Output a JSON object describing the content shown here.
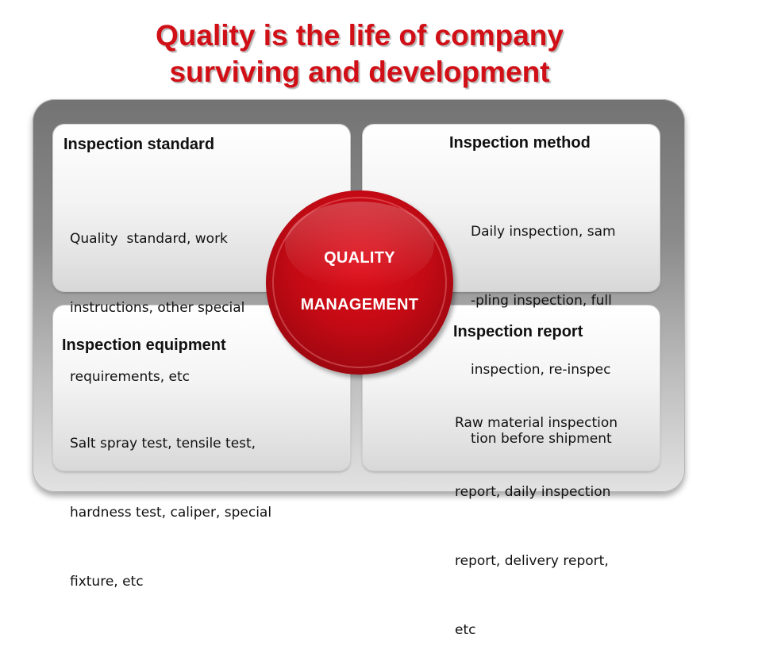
{
  "title": {
    "line1": "Quality is the life of company",
    "line2": "surviving and development"
  },
  "center": {
    "line1": "QUALITY",
    "line2": "MANAGEMENT"
  },
  "panels": {
    "standard": {
      "heading": "Inspection standard",
      "lines": [
        "Quality  standard, work",
        "instructions, other special",
        "requirements, etc"
      ]
    },
    "method": {
      "heading": "Inspection method",
      "lines": [
        "Daily inspection, sam",
        "-pling inspection, full",
        "inspection, re-inspec",
        "tion before shipment"
      ]
    },
    "equipment": {
      "heading": "Inspection equipment",
      "lines": [
        "Salt spray test, tensile test,",
        "hardness test, caliper, special",
        "fixture, etc"
      ]
    },
    "report": {
      "heading": "Inspection report",
      "lines": [
        "Raw material inspection",
        "report, daily inspection",
        "report, delivery report,",
        "etc"
      ]
    }
  },
  "colors": {
    "title": "#d10f16",
    "circle": "#c40a14",
    "frame": "#8a8a8a"
  }
}
